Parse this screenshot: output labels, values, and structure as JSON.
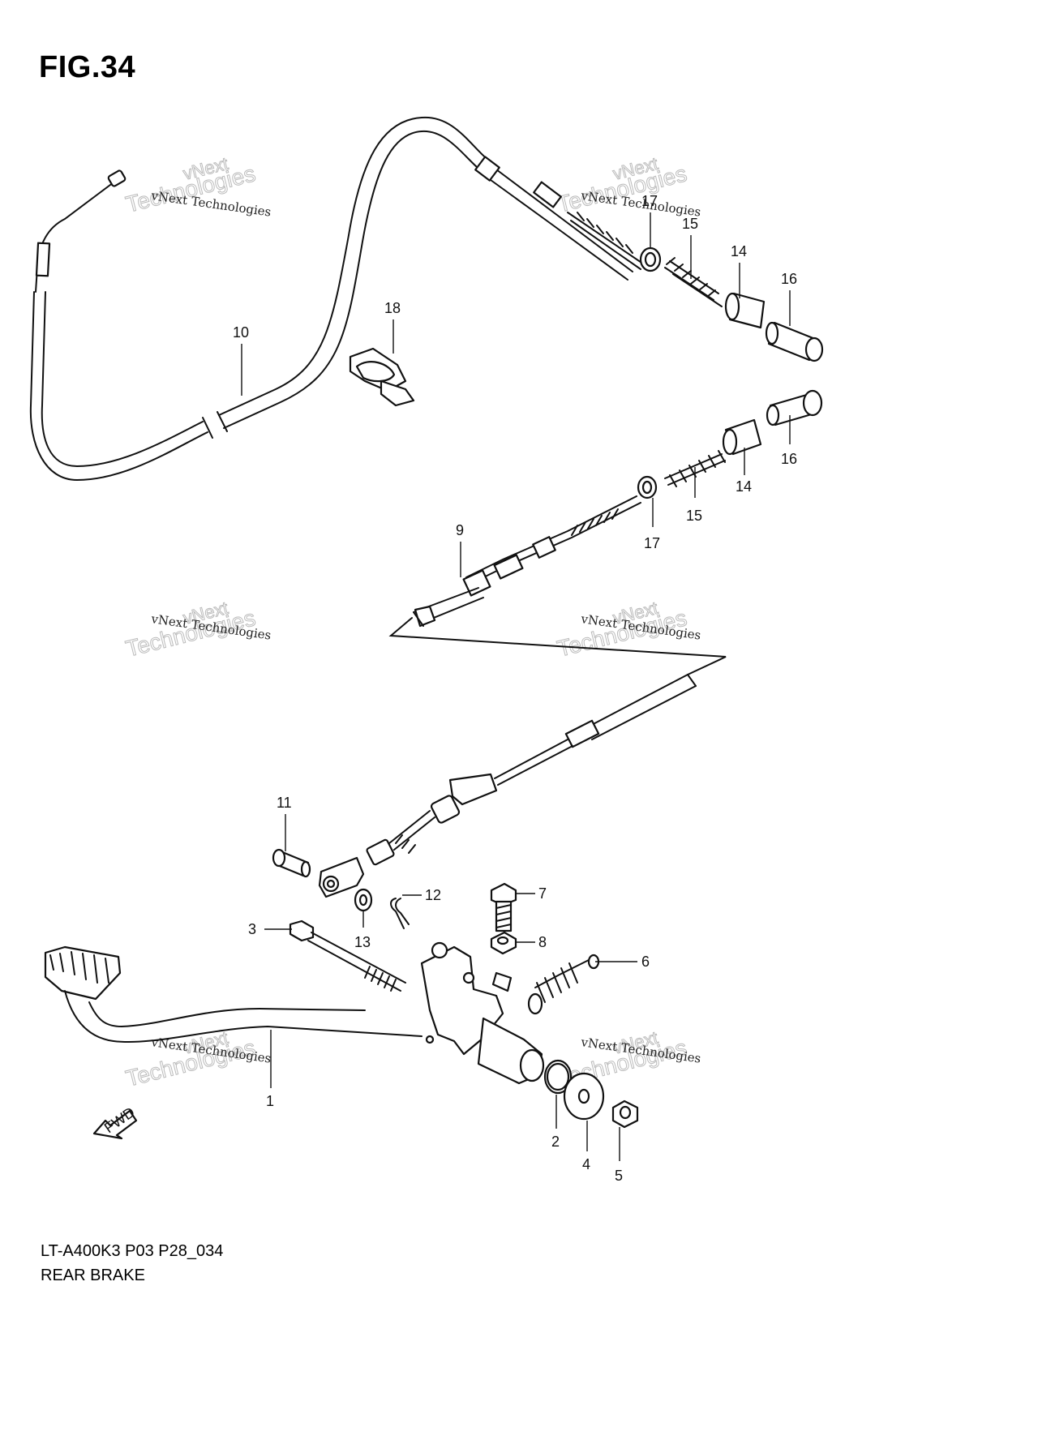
{
  "figure": {
    "title": "FIG.34",
    "model_code": "LT-A400K3 P03 P28_034",
    "section_name": "REAR BRAKE"
  },
  "watermark": {
    "company_line": "vNext Technologies",
    "brand_large": "Technologies",
    "brand_top": "vNext"
  },
  "fwd_label": "FWD",
  "callouts": {
    "c1": "1",
    "c2": "2",
    "c3": "3",
    "c4": "4",
    "c5": "5",
    "c6": "6",
    "c7": "7",
    "c8": "8",
    "c9": "9",
    "c10": "10",
    "c11": "11",
    "c12": "12",
    "c13": "13",
    "c14a": "14",
    "c14b": "14",
    "c15a": "15",
    "c15b": "15",
    "c16a": "16",
    "c16b": "16",
    "c17a": "17",
    "c17b": "17",
    "c18": "18"
  }
}
